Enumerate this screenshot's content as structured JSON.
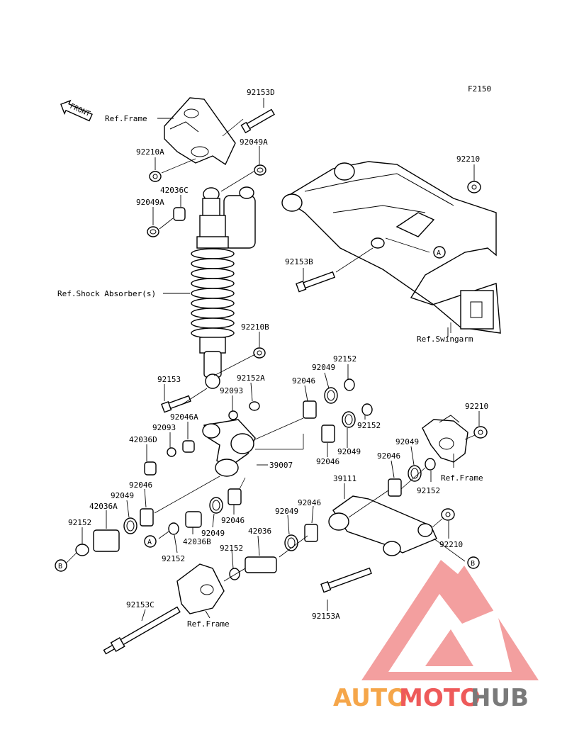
{
  "figure_code": "F2150",
  "front_label": "FRONT",
  "labels": {
    "p92153D": "92153D",
    "ref_frame_top": "Ref.Frame",
    "p92210A": "92210A",
    "p92049A_top": "92049A",
    "p42036C": "42036C",
    "p92049A_left": "92049A",
    "p92210_swing": "92210",
    "p92153B": "92153B",
    "ref_shock": "Ref.Shock Absorber(s)",
    "p92210B": "92210B",
    "ref_swingarm": "Ref.Swingarm",
    "p92152_a1": "92152",
    "p92049_a1": "92049",
    "p92046_a1": "92046",
    "p92153": "92153",
    "p92152A": "92152A",
    "p92093_a": "92093",
    "p92046A": "92046A",
    "p92210_right": "92210",
    "p92093_b": "92093",
    "p42036D": "42036D",
    "p92152_a2": "92152",
    "p92049_a2": "92049",
    "p92046_a2": "92046",
    "p92049_r": "92049",
    "p39007": "39007",
    "p92046_r": "92046",
    "ref_frame_right": "Ref.Frame",
    "p92152_r": "92152",
    "p92046_left": "92046",
    "p39111": "39111",
    "p92049_left": "92049",
    "p42036A": "42036A",
    "p92046_mid": "92046",
    "p92046_link": "92046",
    "p92049_link": "92049",
    "p92152_bl": "92152",
    "p42036": "42036",
    "p42036B": "42036B",
    "p92049_mid": "92049",
    "p92210_bot": "92210",
    "p92152_b2": "92152",
    "p92152_b3": "92152",
    "p92153C": "92153C",
    "ref_frame_bot": "Ref.Frame",
    "p92153A": "92153A"
  },
  "markers": {
    "a_swing": "A",
    "a_left": "A",
    "b_left": "B",
    "b_right": "B"
  },
  "watermark": {
    "part1": "AUTO",
    "part2": "MOTO",
    "part3": "HUB",
    "color_orange": "#f5a64a",
    "color_red": "#ee5a5a",
    "color_gray": "#7a7a7a"
  }
}
